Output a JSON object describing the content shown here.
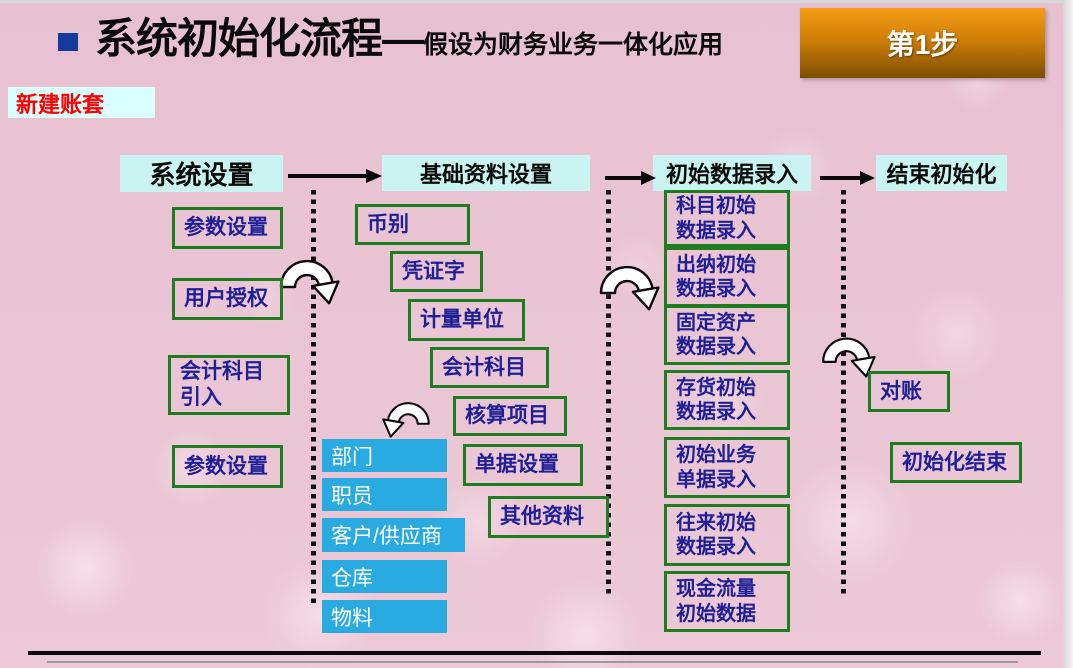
{
  "title": {
    "main": "系统初始化流程—",
    "subtitle": "假设为财务业务一体化应用",
    "step": "第1步"
  },
  "tag": "新建账套",
  "flow": {
    "columns": [
      {
        "header": "系统设置",
        "items": [
          "参数设置",
          "用户授权",
          "会计科目\n引入",
          "参数设置"
        ]
      },
      {
        "header": "基础资料设置",
        "items": [
          "币别",
          "凭证字",
          "计量单位",
          "会计科目",
          "核算项目",
          "单据设置",
          "其他资料"
        ],
        "sub_items": [
          "部门",
          "职员",
          "客户/供应商",
          "仓库",
          "物料"
        ]
      },
      {
        "header": "初始数据录入",
        "items": [
          "科目初始\n数据录入",
          "出纳初始\n数据录入",
          "固定资产\n数据录入",
          "存货初始\n数据录入",
          "初始业务\n单据录入",
          "往来初始\n数据录入",
          "现金流量\n初始数据"
        ]
      },
      {
        "header": "结束初始化",
        "items": [
          "对账",
          "初始化结束"
        ]
      }
    ]
  },
  "icons": {
    "title_bullet": "square-bullet",
    "flow_arrow": "right-arrow",
    "loop_arrow": "loop-arrow",
    "dotted_connector": "dotted-line"
  },
  "colors": {
    "slide_bg": "#e9c3d2",
    "header_bg": "#c9f4f1",
    "tag_bg": "#d9ffff",
    "tag_text": "#ff0000",
    "box_border": "#1e7d1e",
    "box_text": "#1f1f96",
    "subbox_bg": "#29abe2",
    "subbox_text": "#ffffff",
    "badge_top": "#f59d18",
    "badge_bottom": "#7c4e00",
    "bullet": "#143a9e"
  }
}
